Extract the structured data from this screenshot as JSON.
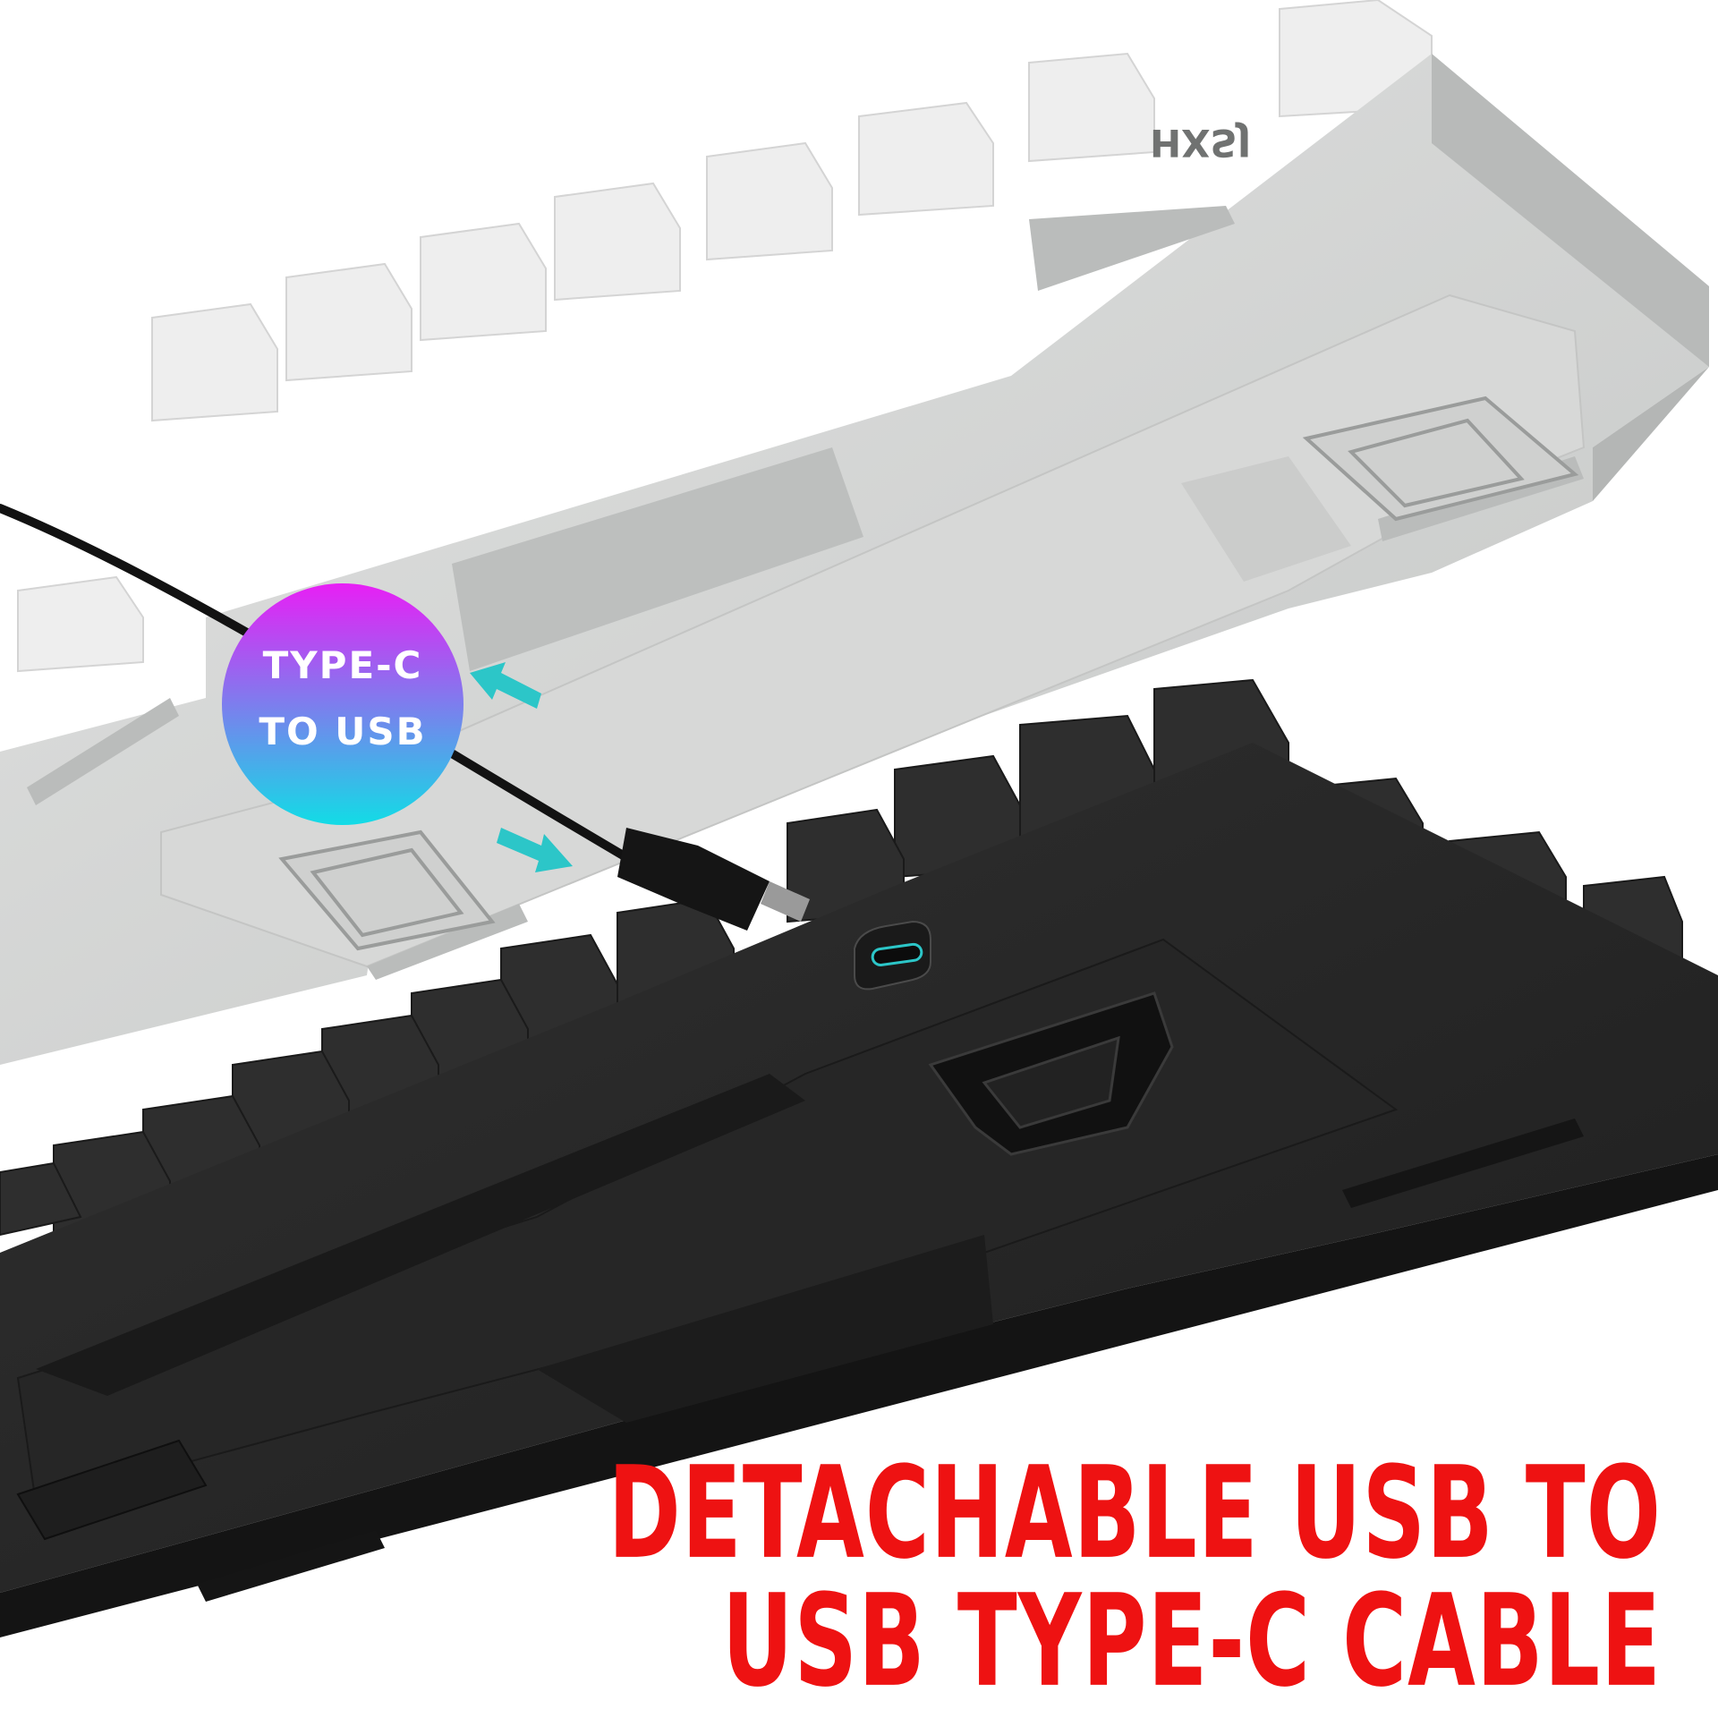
{
  "badge": {
    "line1": "TYPE-C",
    "line2": "TO USB",
    "gradient_top": "#e81ff5",
    "gradient_bottom": "#12dce6"
  },
  "logo_text": "HXSJ",
  "headline": {
    "line1": "DETACHABLE USB TO",
    "line2": "USB TYPE-C CABLE",
    "color": "#ee1212"
  },
  "colors": {
    "white_keyboard": "#c9cbca",
    "black_keyboard": "#2a2a2a",
    "arrow_accent": "#2cc6c8"
  }
}
